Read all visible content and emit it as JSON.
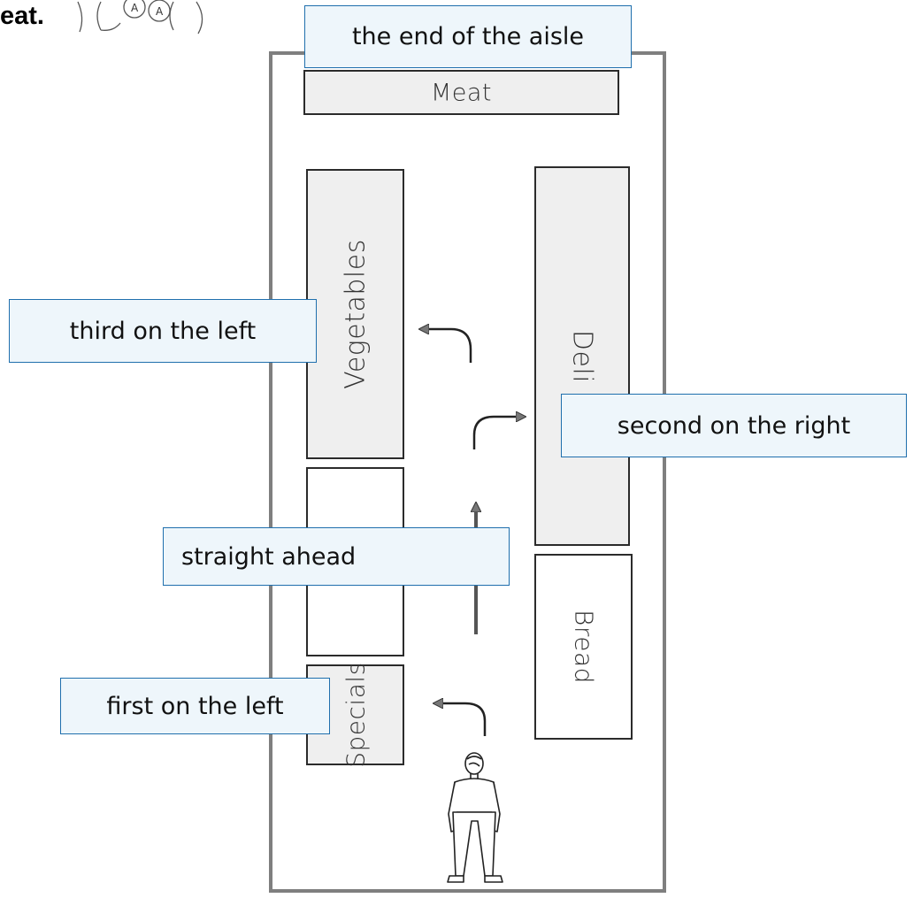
{
  "heading": "eat.",
  "store": {
    "counters": {
      "meat": "Meat",
      "vegetables": "Vegetables",
      "deli": "Deli",
      "bread": "Bread",
      "specials": "Specials"
    }
  },
  "callouts": {
    "end_of_aisle": "the end of the aisle",
    "third_left": "third on the left",
    "second_right": "second on the right",
    "straight_ahead": "straight ahead",
    "first_left": "first on the left"
  },
  "icons": [
    "speech-bubble-icon",
    "person-icon",
    "arrow-left-icon",
    "arrow-right-icon",
    "arrow-up-icon"
  ]
}
